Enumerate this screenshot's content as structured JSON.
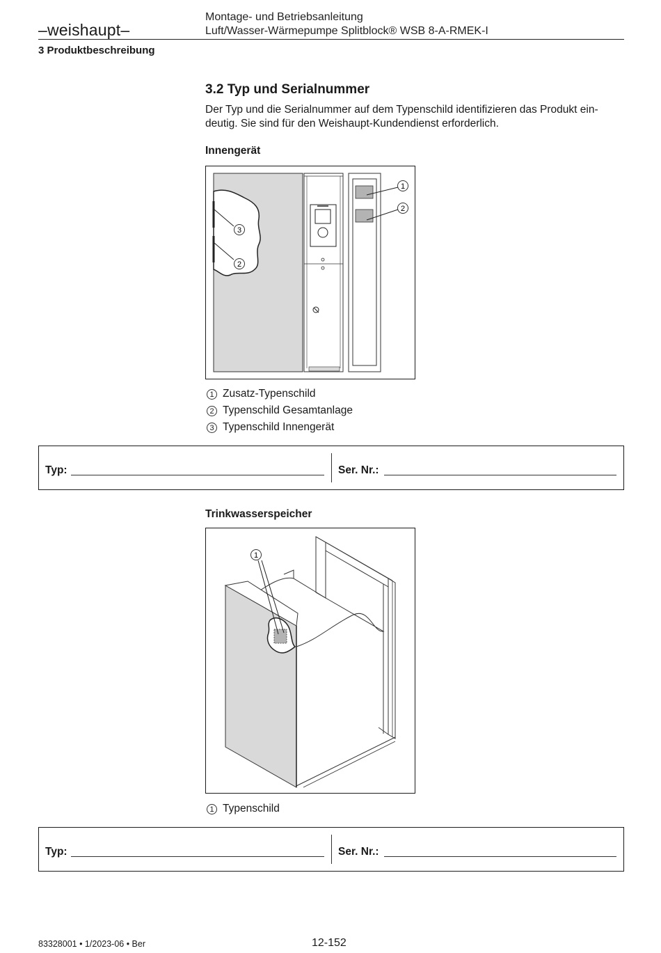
{
  "header": {
    "logo": "–weishaupt–",
    "title_line1": "Montage- und Betriebsanleitung",
    "title_line2": "Luft/Wasser-Wärmepumpe Splitblock® WSB 8-A-RMEK-I",
    "chapter": "3 Produktbeschreibung"
  },
  "section": {
    "title": "3.2 Typ und Serialnummer",
    "intro_line1": "Der Typ und die Serialnummer auf dem Typenschild identifizieren das Produkt ein-",
    "intro_line2": "deutig. Sie sind für den Weishaupt-Kundendienst erforderlich."
  },
  "indoor": {
    "heading": "Innengerät",
    "callouts": [
      "1",
      "2",
      "3",
      "2"
    ],
    "legend": [
      {
        "num": "1",
        "text": "Zusatz-Typenschild"
      },
      {
        "num": "2",
        "text": "Typenschild Gesamtanlage"
      },
      {
        "num": "3",
        "text": "Typenschild Innengerät"
      }
    ],
    "form": {
      "type_label": "Typ:",
      "serial_label": "Ser. Nr.:"
    }
  },
  "tank": {
    "heading": "Trinkwasserspeicher",
    "callouts": [
      "1"
    ],
    "legend": [
      {
        "num": "1",
        "text": "Typenschild"
      }
    ],
    "form": {
      "type_label": "Typ:",
      "serial_label": "Ser. Nr.:"
    }
  },
  "footer": {
    "doc_code": "83328001 • 1/2023-06 • Ber",
    "page_number": "12-152"
  },
  "colors": {
    "panel_gray": "#d9d9d9",
    "label_gray": "#b3b3b3",
    "ink": "#1a1a1a"
  }
}
